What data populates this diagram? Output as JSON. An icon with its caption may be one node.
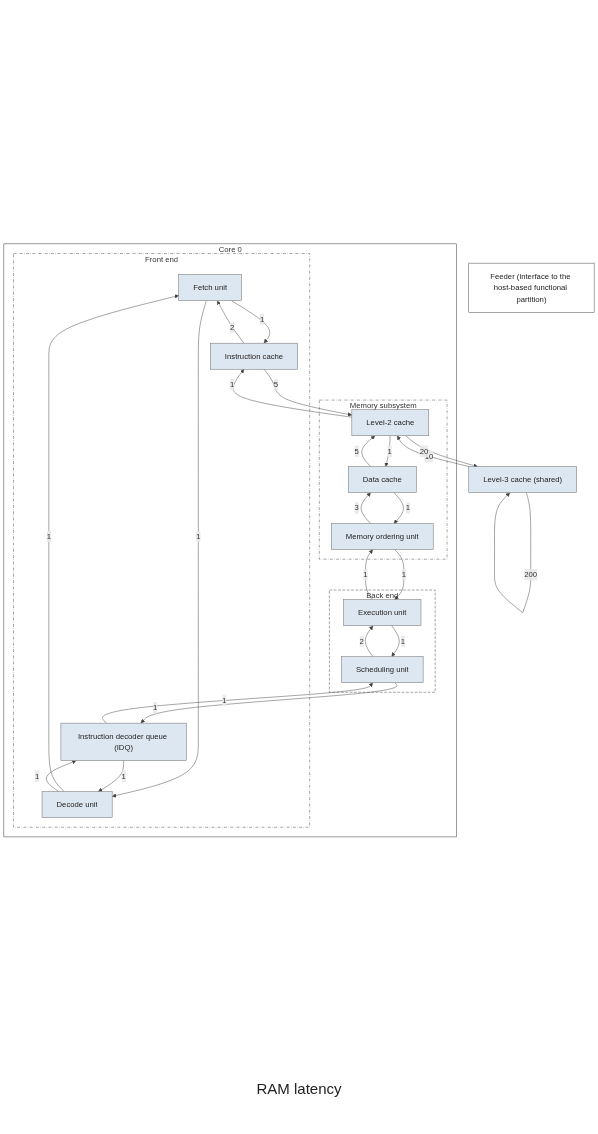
{
  "diagram": {
    "nodes": [
      {
        "text": [
          "Feeder (interface to the host-based functional partition)"
        ]
      },
      {
        "text": [
          "Core 0"
        ]
      },
      {
        "text": [
          "Front end"
        ],
        "in": 1
      },
      {
        "text": [
          "Fetch unit"
        ],
        "in": 2
      },
      {
        "text": [
          "Instruction cache"
        ],
        "in": 2
      },
      {
        "text": [
          "Decode unit"
        ],
        "in": 2
      },
      {
        "text": [
          "Instruction decoder queue (IDQ)"
        ],
        "in": 2
      },
      {
        "text": [
          "Back end"
        ],
        "in": 1
      },
      {
        "text": [
          "Execution unit"
        ],
        "in": 7
      },
      {
        "text": [
          "Scheduling unit"
        ],
        "in": 7
      },
      {
        "text": [
          "Memory subsystem"
        ],
        "in": 1
      },
      {
        "text": [
          "Memory ordering unit"
        ],
        "in": 10
      },
      {
        "text": [
          "Data cache"
        ],
        "in": 10
      },
      {
        "text": [
          "Level-2 cache"
        ],
        "in": 10
      },
      {
        "text": [
          "Level-3 cache (shared)"
        ]
      }
    ],
    "edges": [
      {
        "from": 3,
        "to": 4,
        "arrow": "to",
        "label": "1"
      },
      {
        "from": 4,
        "to": 3,
        "arrow": "to",
        "label": "2"
      },
      {
        "from": 3,
        "to": 5,
        "arrow": "to",
        "label": "1"
      },
      {
        "from": 5,
        "to": 3,
        "arrow": "to",
        "label": "1"
      },
      {
        "from": 5,
        "to": 6,
        "arrow": "to",
        "label": "1"
      },
      {
        "from": 6,
        "to": 5,
        "arrow": "to",
        "label": "1"
      },
      {
        "from": 9,
        "to": 6,
        "arrow": "to",
        "label": "1"
      },
      {
        "from": 6,
        "to": 9,
        "arrow": "to",
        "label": "1"
      },
      {
        "from": 9,
        "to": 8,
        "arrow": "to",
        "label": "2"
      },
      {
        "from": 8,
        "to": 9,
        "arrow": "to",
        "label": "1"
      },
      {
        "from": 8,
        "to": 11,
        "arrow": "to",
        "label": "1"
      },
      {
        "from": 11,
        "to": 8,
        "arrow": "to",
        "label": "1"
      },
      {
        "from": 11,
        "to": 12,
        "arrow": "to",
        "label": "3"
      },
      {
        "from": 12,
        "to": 11,
        "arrow": "to",
        "label": "1"
      },
      {
        "from": 13,
        "to": 12,
        "arrow": "to",
        "label": "1"
      },
      {
        "from": 12,
        "to": 13,
        "arrow": "to",
        "label": "5"
      },
      {
        "from": 4,
        "to": 13,
        "arrow": "to",
        "label": "5"
      },
      {
        "from": 13,
        "to": 4,
        "arrow": "to",
        "label": "1"
      },
      {
        "from": 14,
        "to": 13,
        "arrow": "to",
        "label": "10"
      },
      {
        "from": 13,
        "to": 14,
        "arrow": "to",
        "label": "20"
      },
      {
        "from": 14,
        "to": 14,
        "arrow": "to",
        "label": "200"
      }
    ],
    "labels": [
      "RAM latency"
    ]
  }
}
